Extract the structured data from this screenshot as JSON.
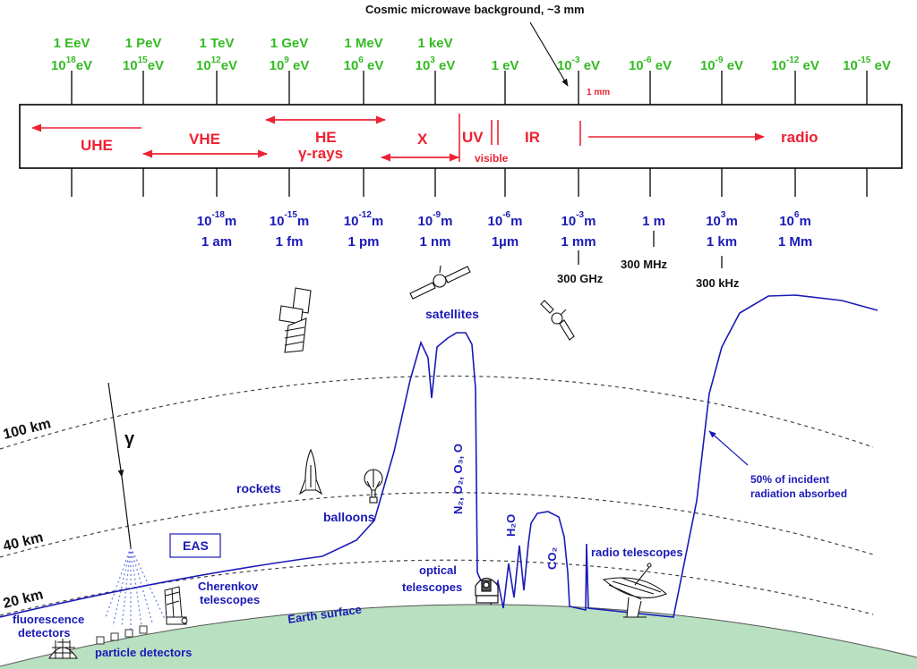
{
  "energy_scale": [
    {
      "unit": "1 EeV",
      "exp": "18"
    },
    {
      "unit": "1 PeV",
      "exp": "15"
    },
    {
      "unit": "1 TeV",
      "exp": "12"
    },
    {
      "unit": "1 GeV",
      "exp": "9"
    },
    {
      "unit": "1 MeV",
      "exp": "6"
    },
    {
      "unit": "1 keV",
      "exp": "3"
    },
    {
      "unit": "",
      "plain": "1 eV"
    },
    {
      "unit": "",
      "exp": "-3"
    },
    {
      "unit": "",
      "exp": "-6"
    },
    {
      "unit": "",
      "exp": "-9"
    },
    {
      "unit": "",
      "exp": "-12"
    },
    {
      "unit": "",
      "exp": "-15"
    }
  ],
  "energy_base": "10",
  "energy_suffix": "eV",
  "energy_suffix_spaced": " eV",
  "cmb_note": "Cosmic microwave background, ~3 mm",
  "one_mm": "1 mm",
  "bands": {
    "uhe": "UHE",
    "vhe": "VHE",
    "he": "HE",
    "gamma_rays": "γ-rays",
    "x": "X",
    "uv": "UV",
    "visible": "visible",
    "ir": "IR",
    "radio": "radio"
  },
  "wavelength_scale": [
    {
      "exp": "-18",
      "name": "1 am"
    },
    {
      "exp": "-15",
      "name": "1 fm"
    },
    {
      "exp": "-12",
      "name": "1 pm"
    },
    {
      "exp": "-9",
      "name": "1 nm"
    },
    {
      "exp": "-6",
      "name": "1µm"
    },
    {
      "exp": "-3",
      "name": "1 mm"
    },
    {
      "plain": "1 m",
      "name": ""
    },
    {
      "exp": "3",
      "name": "1 km"
    },
    {
      "exp": "6",
      "name": "1 Mm"
    }
  ],
  "wavelength_base": "10",
  "wavelength_unit": "m",
  "frequencies": [
    "300 GHz",
    "300 MHz",
    "300 kHz"
  ],
  "altitudes": [
    "100 km",
    "40 km",
    "20 km"
  ],
  "labels": {
    "satellites": "satellites",
    "rockets": "rockets",
    "balloons": "balloons",
    "gamma": "γ",
    "eas": "EAS",
    "cherenkov_1": "Cherenkov",
    "cherenkov_2": "telescopes",
    "fluorescence_1": "fluorescence",
    "fluorescence_2": "detectors",
    "particle_detectors": "particle detectors",
    "earth_surface": "Earth surface",
    "optical_1": "optical",
    "optical_2": "telescopes",
    "radio_telescopes": "radio telescopes",
    "absorbed_1": "50% of incident",
    "absorbed_2": "radiation absorbed",
    "molecules": "N₂, O₂, O₃, O",
    "h2o": "H₂O",
    "co2": "CO₂"
  },
  "colors": {
    "energy": "#33bb22",
    "bands": "#ee2233",
    "wavelength": "#1a1ab8",
    "ground": "#b9e0c0"
  }
}
